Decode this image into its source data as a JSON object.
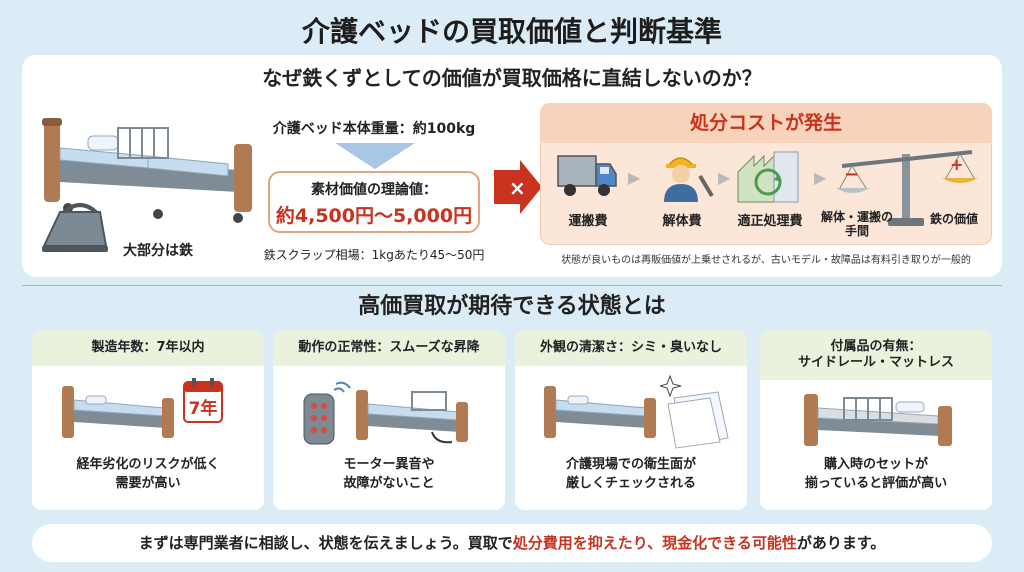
{
  "title": "介護ベッドの買取価値と判断基準",
  "top": {
    "question": "なぜ鉄くずとしての価値が買取価格に直結しないのか？",
    "weight_label": "介護ベッド本体重量：約100kg",
    "material_value_label": "素材価値の理論値：",
    "material_value": "約4,500円〜5,000円",
    "scrap_rate": "鉄スクラップ相場：1kgあたり45〜50円",
    "iron_label": "大部分は鉄",
    "cost_title": "処分コストが発生",
    "cost_items": [
      "運搬費",
      "解体費",
      "適正処理費"
    ],
    "balance_left": "解体・運搬の手間",
    "balance_right": "鉄の価値",
    "note": "状態が良いものは再販価値が上乗せされるが、古いモデル・故障品は有料引き取りが一般的"
  },
  "section2_title": "高価買取が期待できる状態とは",
  "cards": [
    {
      "head": "製造年数：7年以内",
      "text1": "経年劣化のリスクが低く",
      "text2": "需要が高い",
      "badge": "7年"
    },
    {
      "head": "動作の正常性：スムーズな昇降",
      "text1": "モーター異音や",
      "text2": "故障がないこと"
    },
    {
      "head": "外観の清潔さ：シミ・臭いなし",
      "text1": "介護現場での衛生面が",
      "text2": "厳しくチェックされる"
    },
    {
      "head1": "付属品の有無：",
      "head2": "サイドレール・マットレス",
      "text1": "購入時のセットが",
      "text2": "揃っていると評価が高い"
    }
  ],
  "bottom": {
    "part1": "まずは専門業者に相談し、状態を伝えましょう。買取で",
    "highlight": "処分費用を抑えたり、現金化できる可能性",
    "part2": "があります。"
  },
  "colors": {
    "accent_red": "#c8321e",
    "cost_bg": "#fbe6d8",
    "card_head_bg": "#eaf2de",
    "bed_brown": "#b07a52",
    "mattress_blue": "#c8dcef"
  }
}
